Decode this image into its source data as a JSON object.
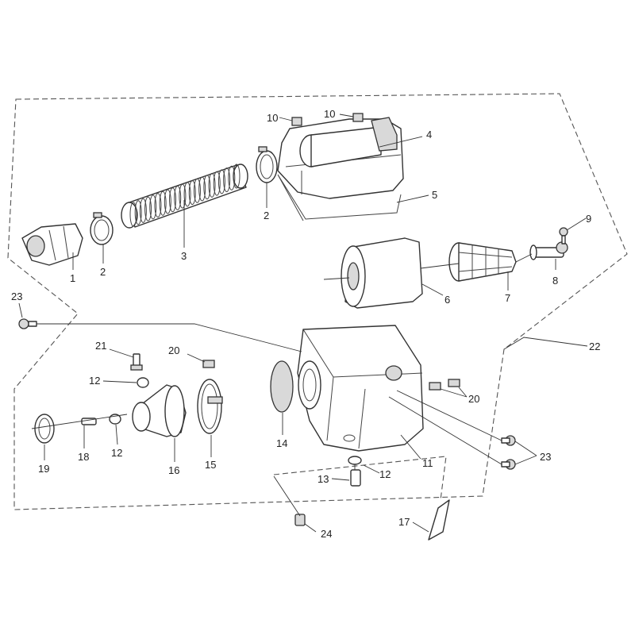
{
  "diagram": {
    "type": "exploded-parts-view",
    "colors": {
      "line": "#333333",
      "background": "#ffffff",
      "fill": "#d9d9d9"
    },
    "callouts": [
      "1",
      "2",
      "2",
      "3",
      "4",
      "5",
      "6",
      "7",
      "8",
      "9",
      "10",
      "10",
      "11",
      "12",
      "12",
      "12",
      "13",
      "14",
      "15",
      "16",
      "17",
      "18",
      "19",
      "20",
      "20",
      "21",
      "22",
      "23",
      "23",
      "24"
    ]
  }
}
